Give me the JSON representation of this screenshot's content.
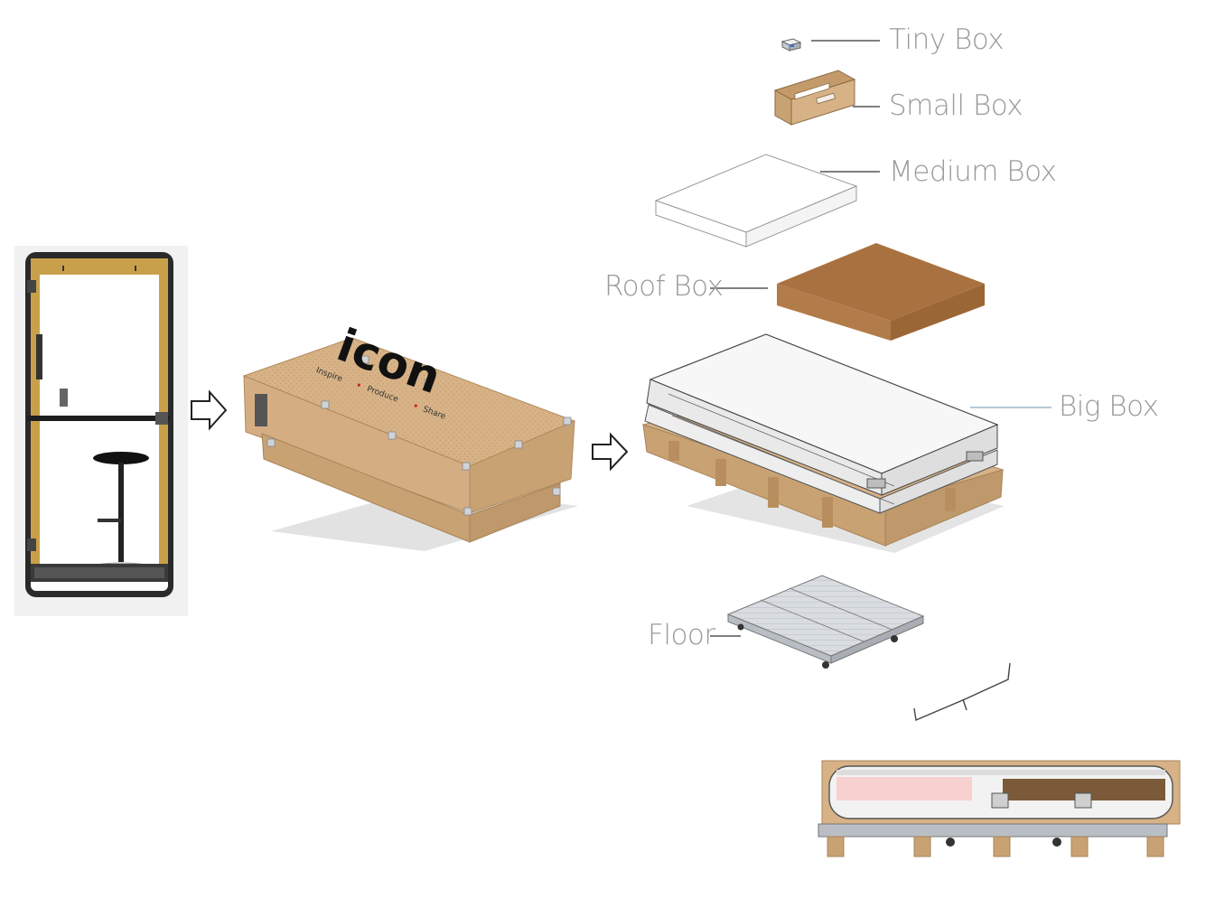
{
  "labels": {
    "tiny_box": "Tiny Box",
    "small_box": "Small Box",
    "medium_box": "Medium Box",
    "roof_box": "Roof Box",
    "big_box": "Big Box",
    "floor": "Floor"
  },
  "crate_logo": {
    "brand": "icon",
    "tagline_1": "Inspire",
    "tagline_2": "Produce",
    "tagline_3": "Share"
  },
  "colors": {
    "wood": "#d8b48a",
    "wood_dark": "#b98e5e",
    "roof_box": "#a9713f",
    "booth_frame": "#222222",
    "booth_accent": "#c9a04a",
    "label_gray": "#9a9a9a",
    "big_box_leader": "#9bb8cc",
    "tagline_dot": "#d02020"
  },
  "icons": [
    "right-arrow-icon",
    "right-arrow-icon"
  ]
}
